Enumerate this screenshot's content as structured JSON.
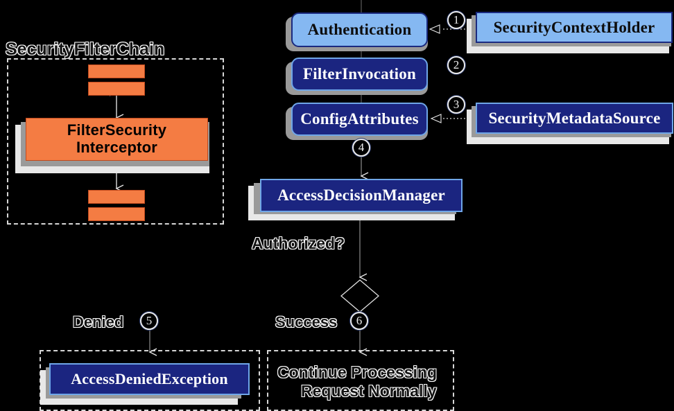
{
  "diagram": {
    "title_label": "SecurityFilterChain",
    "decision_label": "Authorized?",
    "branches": {
      "denied_label": "Denied",
      "success_label": "Success"
    },
    "steps": [
      {
        "number": "1"
      },
      {
        "number": "2"
      },
      {
        "number": "3"
      },
      {
        "number": "4"
      },
      {
        "number": "5"
      },
      {
        "number": "6"
      }
    ],
    "nodes": {
      "filter_security_interceptor": "FilterSecurity\nInterceptor",
      "filter_security_interceptor_line1": "FilterSecurity",
      "filter_security_interceptor_line2": "Interceptor",
      "authentication": "Authentication",
      "filter_invocation": "FilterInvocation",
      "config_attributes": "ConfigAttributes",
      "security_context_holder": "SecurityContextHolder",
      "security_metadata_source": "SecurityMetadataSource",
      "access_decision_manager": "AccessDecisionManager",
      "access_denied_exception": "AccessDeniedException",
      "continue_processing_line1": "Continue Processing",
      "continue_processing_line2": "Request Normally"
    }
  },
  "colors": {
    "light_blue": "#85b8f2",
    "dark_blue": "#1b2580",
    "orange": "#f47c43",
    "background": "#000000",
    "outline": "#ffffff",
    "shadow_dark": "#9a9a9a",
    "shadow_light": "#e8e8e8"
  }
}
